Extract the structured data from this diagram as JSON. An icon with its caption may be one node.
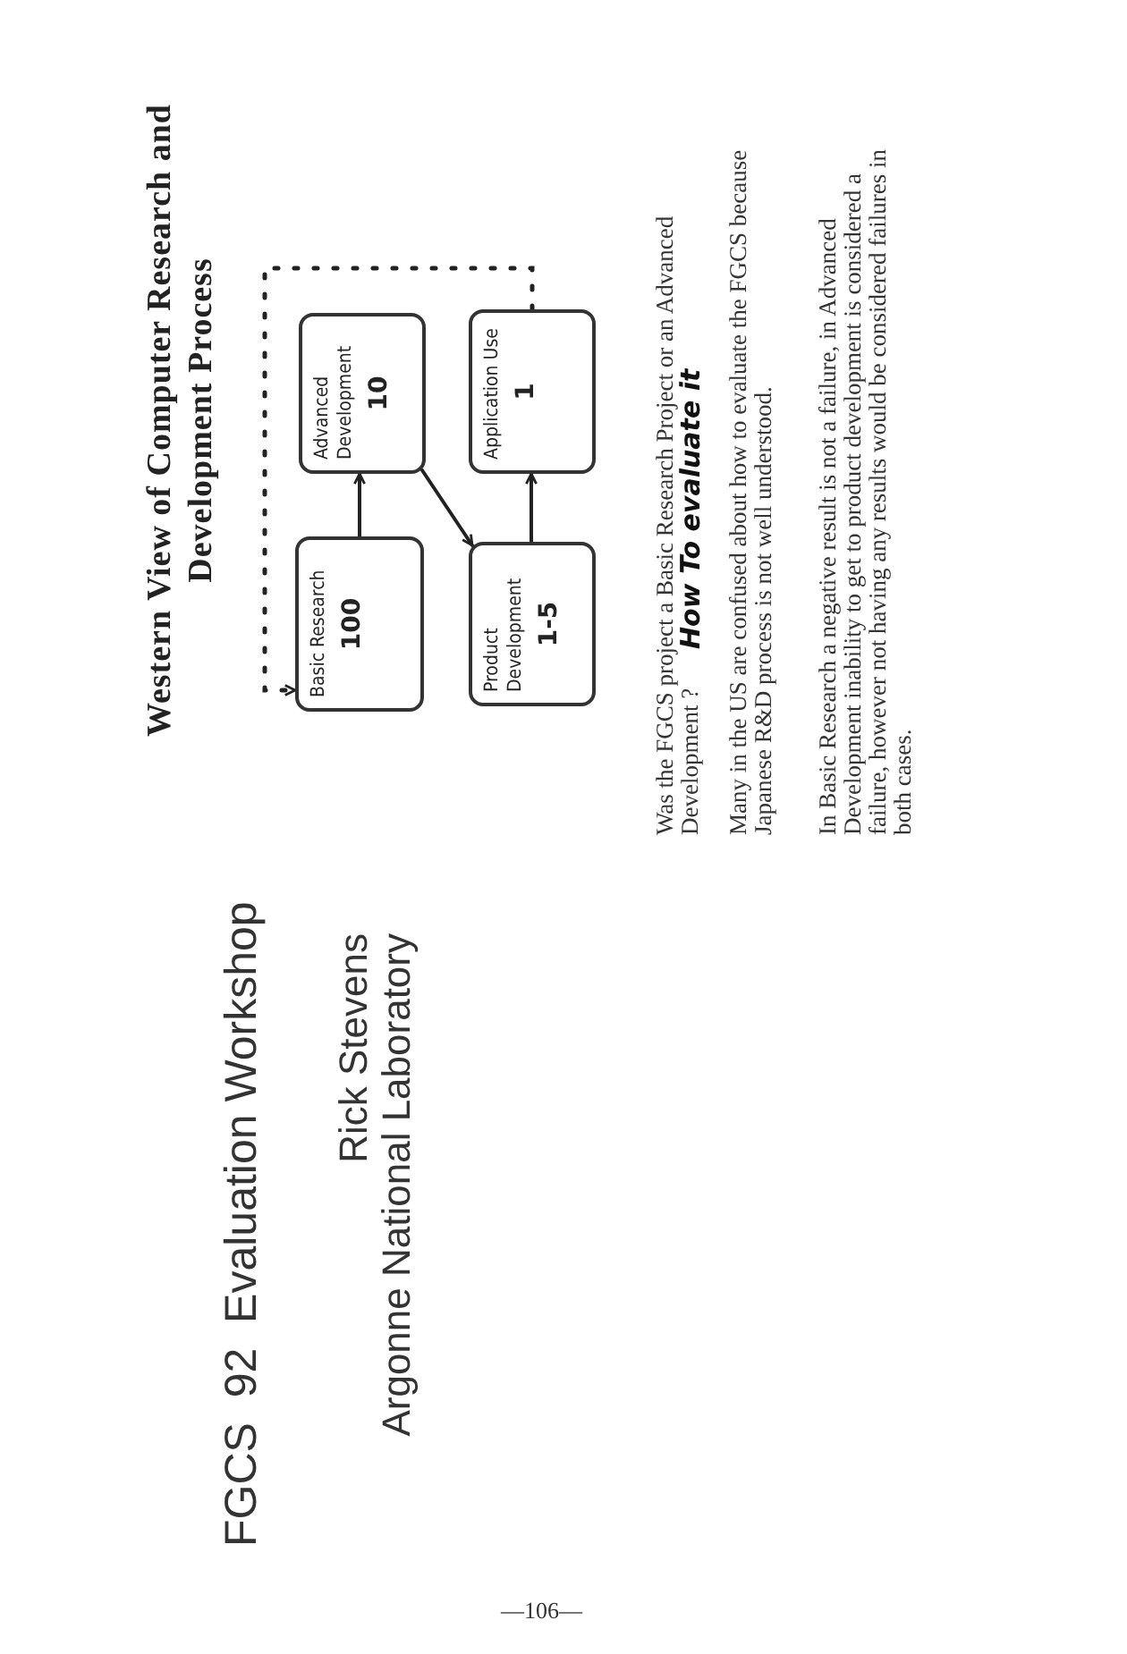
{
  "diagram": {
    "title": "Western View of Computer Research and Development Process",
    "nodes": [
      {
        "text": [
          "Basic Research",
          "100"
        ]
      },
      {
        "text": [
          "Advanced Development",
          "10"
        ]
      },
      {
        "text": [
          "Product Development",
          "1-5"
        ]
      },
      {
        "text": [
          "Application Use",
          "1"
        ]
      }
    ],
    "edges": [
      {
        "from": 0,
        "to": 1,
        "arrow": "to"
      },
      {
        "from": 1,
        "to": 2,
        "arrow": "to"
      },
      {
        "from": 2,
        "to": 3,
        "arrow": "to"
      },
      {
        "from": 3,
        "to": 0,
        "arrow": "to",
        "style": "dashed"
      }
    ],
    "labels": [
      "FGCS  92  Evaluation Workshop",
      "Rick Stevens",
      "Argonne National Laboratory",
      "Was the FGCS project a Basic Research Project or an Advanced Development ?",
      "How To evaluate it",
      "Many in the US are confused about how to evaluate the FGCS because Japanese R&D process is not well understood.",
      "In Basic Research a negative result is not a failure, in Advanced Development inability to get to product development is considered a failure, however not having any results would be considered failures in both cases.",
      "—106—"
    ]
  }
}
